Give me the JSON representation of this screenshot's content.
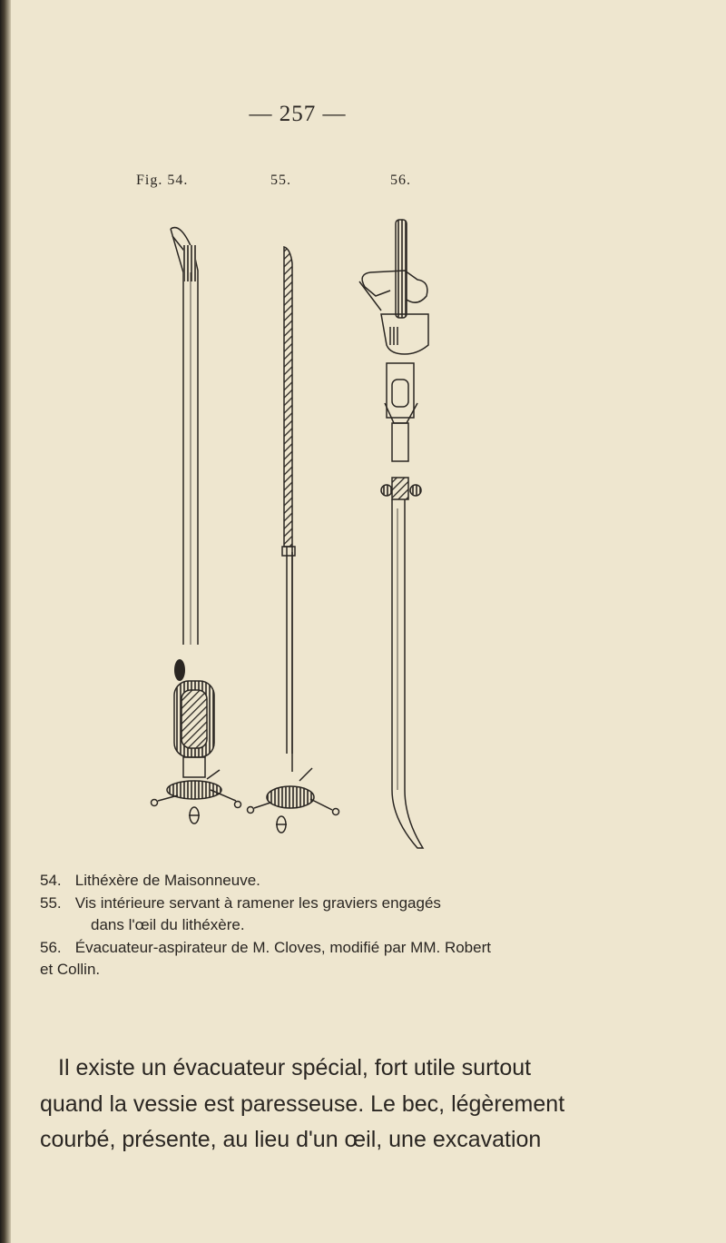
{
  "page_number": "— 257 —",
  "figure": {
    "labels": [
      "Fig. 54.",
      "55.",
      "56."
    ]
  },
  "captions": [
    {
      "num": "54.",
      "lines": [
        "Lithéxère de Maisonneuve."
      ]
    },
    {
      "num": "55.",
      "lines": [
        "Vis intérieure servant à ramener les graviers engagés",
        "dans l'œil du lithéxère."
      ]
    },
    {
      "num": "56.",
      "lines": [
        "Évacuateur-aspirateur de M. Cloves, modifié par MM. Robert",
        "et Collin."
      ]
    }
  ],
  "body_lines": [
    "Il existe un évacuateur spécial, fort utile surtout",
    "quand la vessie est paresseuse. Le bec, légèrement",
    "courbé, présente, au lieu d'un œil, une excavation"
  ]
}
